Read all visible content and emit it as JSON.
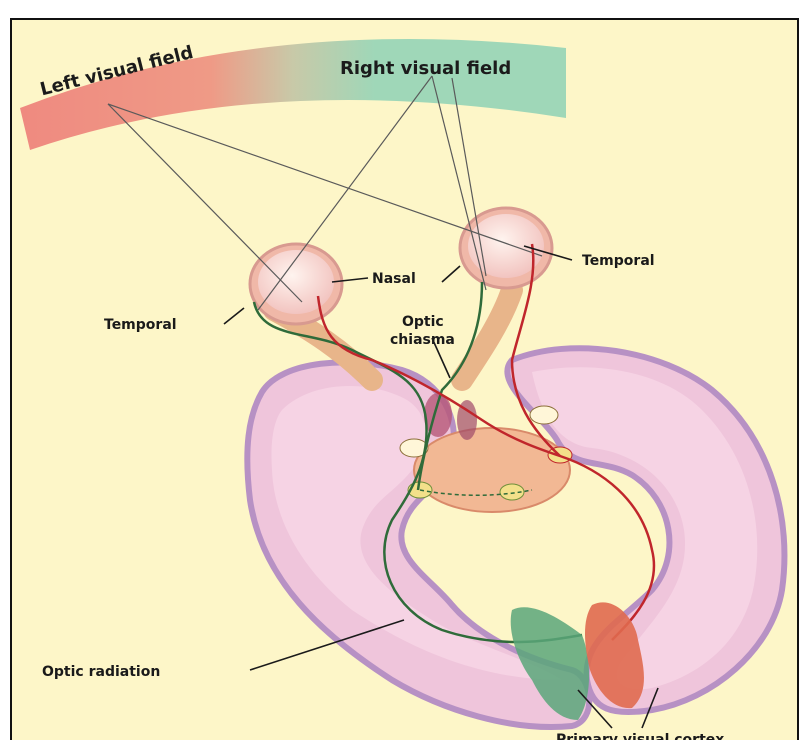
{
  "labels": {
    "left_visual_field": "Left visual field",
    "right_visual_field": "Right visual field",
    "temporal_right": "Temporal",
    "nasal": "Nasal",
    "temporal_left": "Temporal",
    "optic_chiasma_line1": "Optic",
    "optic_chiasma_line2": "chiasma",
    "optic_radiation": "Optic radiation",
    "primary_visual_cortex": "Primary visual cortex"
  },
  "colors": {
    "background": "#fdf6c8",
    "left_field": "#ef8a80",
    "right_field": "#9fd7b8",
    "brain": "#f2c9de",
    "brain_outline": "#b791c4",
    "red_pathway": "#c0262c",
    "green_pathway": "#2f6b3a",
    "cortex_red": "#e06a4f",
    "cortex_green": "#5aa67a"
  }
}
